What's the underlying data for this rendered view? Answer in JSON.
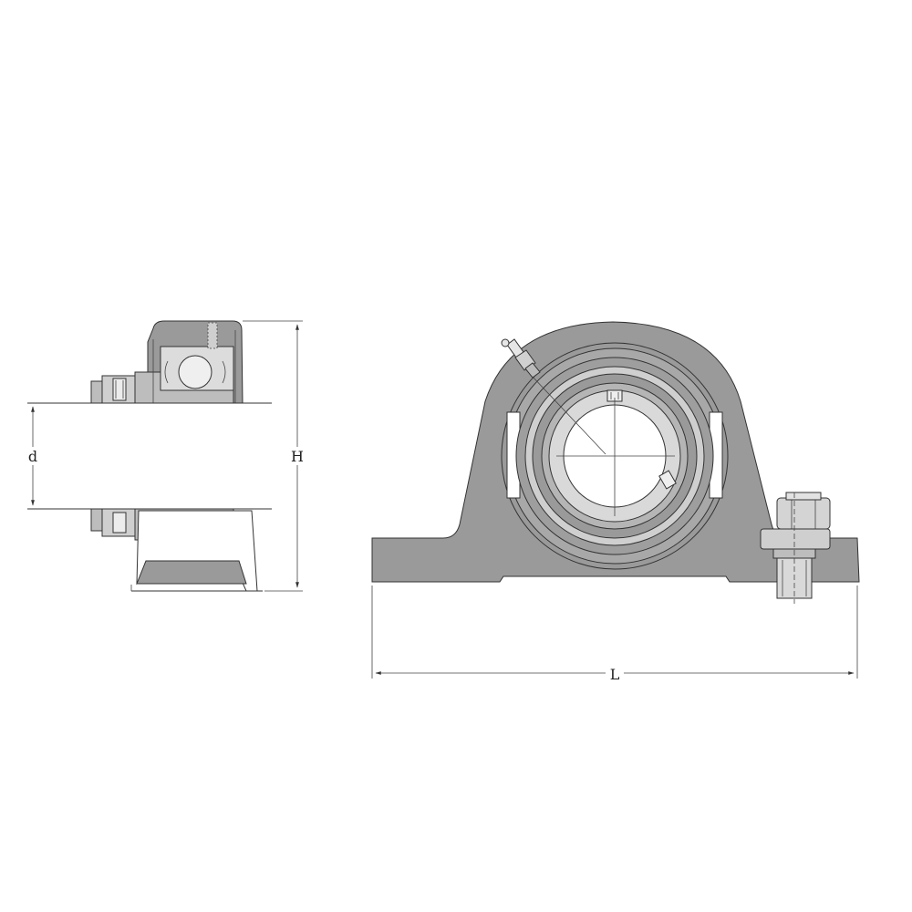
{
  "dimensions": {
    "shaft_diameter": "d",
    "height": "H",
    "length": "L"
  },
  "colors": {
    "housing": "#9a9a9a",
    "housing_dark": "#8a8a8a",
    "ring_light": "#d6d6d6",
    "ball": "#efefef",
    "line": "#333333",
    "background": "#ffffff"
  }
}
